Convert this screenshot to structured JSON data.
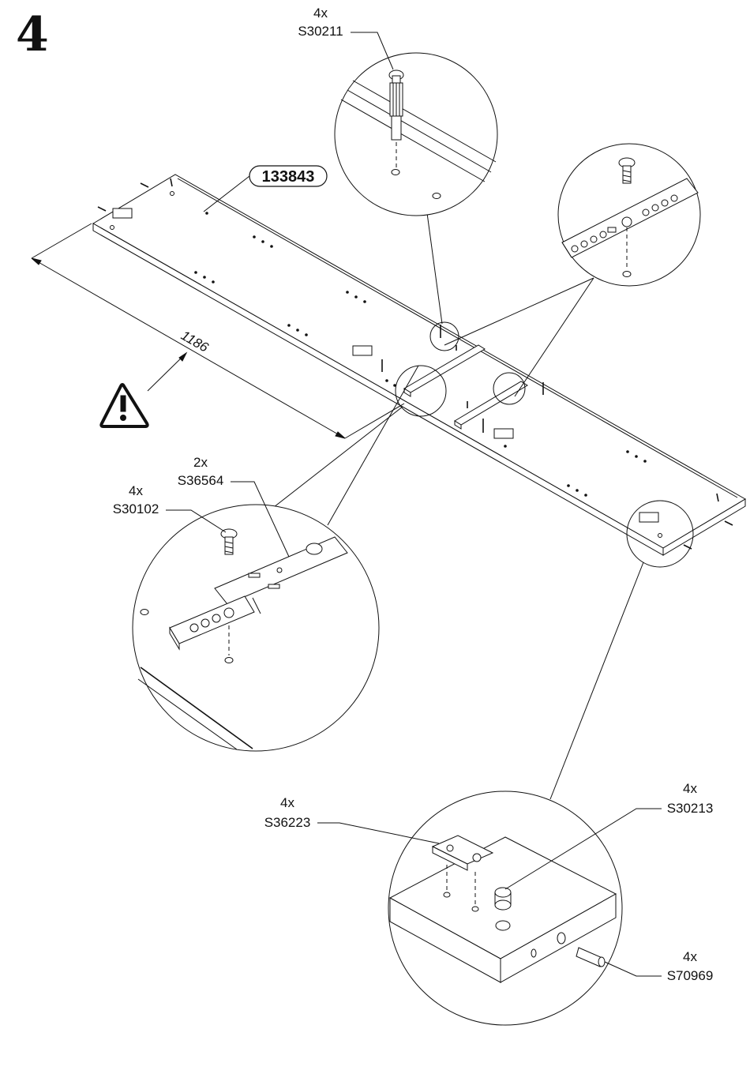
{
  "step": {
    "number": "4"
  },
  "panel": {
    "part_number": "133843",
    "dimension": "1186"
  },
  "callouts": {
    "dowel_top": {
      "qty": "4x",
      "code": "S30211"
    },
    "slide_rail": {
      "qty": "2x",
      "code": "S36564"
    },
    "screw": {
      "qty": "4x",
      "code": "S30102"
    },
    "mount_plate": {
      "qty": "4x",
      "code": "S36223"
    },
    "cam_lock": {
      "qty": "4x",
      "code": "S30213"
    },
    "wood_dowel": {
      "qty": "4x",
      "code": "S70969"
    }
  },
  "icons": {
    "warning": "warning-triangle-icon"
  }
}
